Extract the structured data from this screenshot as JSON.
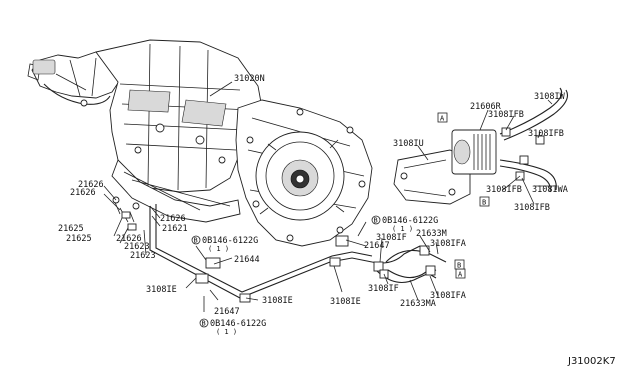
{
  "diagram_code": "J31002K7",
  "labels": {
    "p31020N": "31020N",
    "p21606R": "21606R",
    "p3108IW": "3108IW",
    "p3108IFB_1": "3108IFB",
    "p3108IFB_2": "3108IFB",
    "p3108IFB_3": "3108IFB",
    "p3108IFB_4": "3108IFB",
    "p3108IWA": "3108IWA",
    "p3108IU": "3108IU",
    "p21626_1": "21626",
    "p21626_2": "21626",
    "p21626_3": "21626",
    "p21626_4": "21626",
    "p21621": "21621",
    "p21623_1": "21623",
    "p21623_2": "21623",
    "p21625_1": "21625",
    "p21625_2": "21625",
    "p21644": "21644",
    "p21647_1": "21647",
    "p21647_2": "21647",
    "p3108IE_1": "3108IE",
    "p3108IE_2": "3108IE",
    "p3108IE_3": "3108IE",
    "p3108IF_1": "3108IF",
    "p3108IF_2": "3108IF",
    "p3108IFA_1": "3108IFA",
    "p3108IFA_2": "3108IFA",
    "p21633M": "21633M",
    "p21633MA": "21633MA",
    "bolt_top": "0B146-6122G",
    "bolt_top_qty": "( 1 )",
    "bolt_mid": "0B146-6122G",
    "bolt_mid_qty": "( 1 )",
    "bolt_bot": "0B146-6122G",
    "bolt_bot_qty": "( 1 )",
    "ref_A_1": "A",
    "ref_A_2": "A",
    "ref_B_1": "B",
    "ref_B_2": "B",
    "bolt_marker": "B"
  }
}
